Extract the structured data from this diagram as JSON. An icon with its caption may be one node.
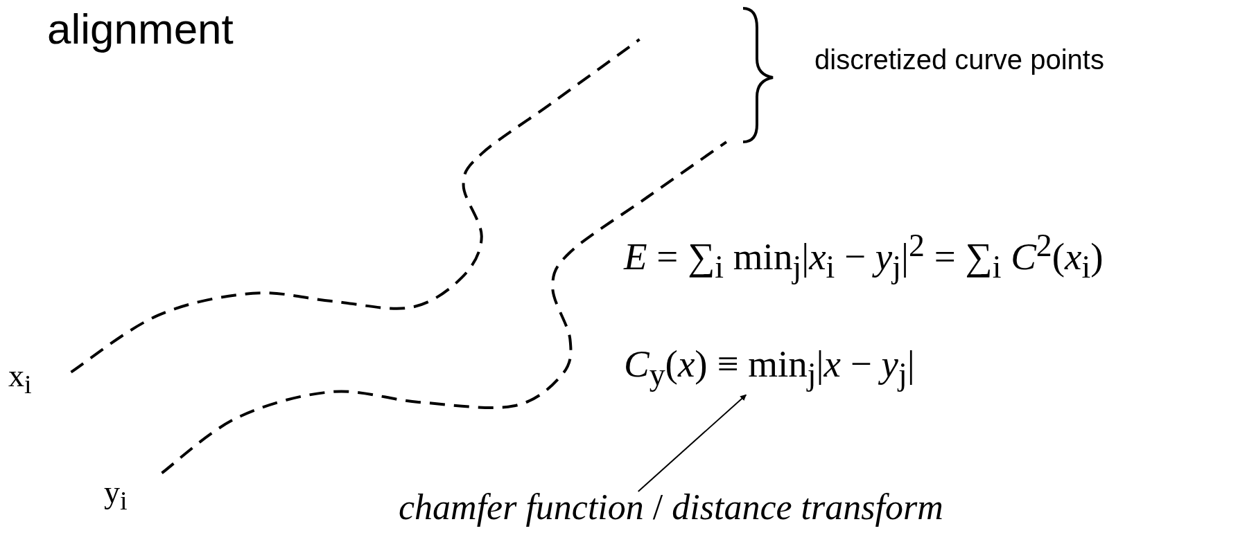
{
  "diagram": {
    "title": "alignment",
    "nodes": [
      {
        "text": [
          "*chamfer function* / *distance transform*"
        ]
      },
      {
        "text": [
          "*C*$_{y}$(*x*) ≡ min$_{j}$|*x* − *y*$_{j}$|"
        ]
      }
    ],
    "edges": [
      {
        "from": 0,
        "to": 1,
        "arrow": "to"
      }
    ],
    "labels": [
      "discretized curve points",
      "x$_{i}$",
      "y$_{i}$",
      "*E* = ∑$_{i}$ min$_{j}$|*x*$_{i}$ − *y*$_{j}$|$^{2}$ = ∑$_{i}$ *C*$^{2}$(*x*$_{i}$)"
    ]
  }
}
